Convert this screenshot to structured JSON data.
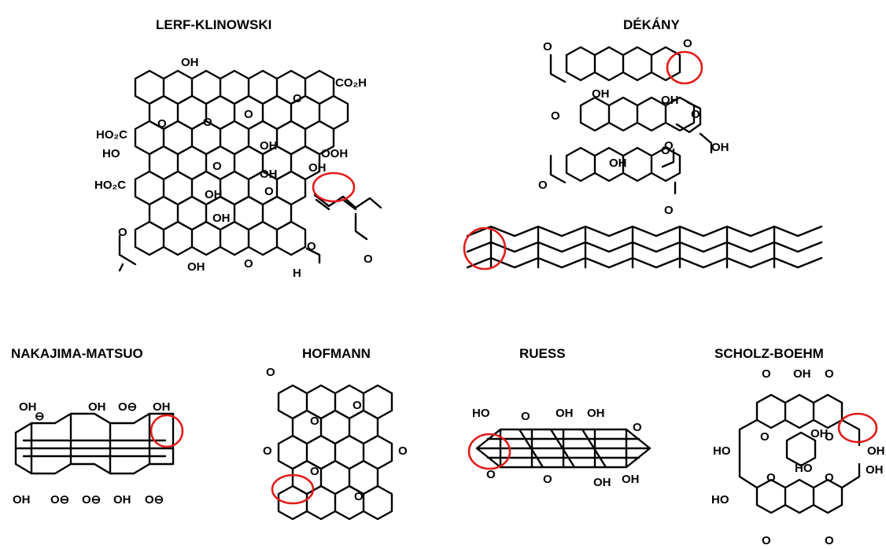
{
  "models": [
    {
      "name": "LERF-KLINOWSKI",
      "labels": [
        "OH",
        "CO₂H",
        "HO₂C",
        "O",
        "HO",
        "OOH",
        "O",
        "O",
        "O",
        "OH",
        "OH",
        "OH",
        "HO₂C",
        "O",
        "OH",
        "OH",
        "O",
        "O",
        "OH",
        "O",
        "O",
        "H",
        "O"
      ]
    },
    {
      "name": "DÉKÁNY",
      "labels": [
        "O",
        "O",
        "OH",
        "OH",
        "O",
        "O",
        "OH",
        "OH",
        "O",
        "O",
        "O",
        "O"
      ]
    },
    {
      "name": "NAKAJIMA-MATSUO",
      "labels": [
        "OH",
        "⊖",
        "OH",
        "O⊖",
        "OH",
        "OH",
        "O⊖",
        "O⊖",
        "OH",
        "O⊖"
      ]
    },
    {
      "name": "HOFMANN",
      "labels": [
        "O",
        "O",
        "O",
        "O",
        "O",
        "O",
        "O"
      ]
    },
    {
      "name": "RUESS",
      "labels": [
        "HO",
        "O",
        "OH",
        "OH",
        "O",
        "O",
        "O",
        "OH",
        "OH"
      ]
    },
    {
      "name": "SCHOLZ-BOEHM",
      "labels": [
        "O",
        "OH",
        "O",
        "O",
        "OH",
        "O",
        "HO",
        "OH",
        "HO",
        "OH",
        "O",
        "HO",
        "O",
        "O",
        "O"
      ]
    }
  ],
  "annotation": {
    "ring_color": "#e11b1b",
    "line_color": "#000000"
  }
}
